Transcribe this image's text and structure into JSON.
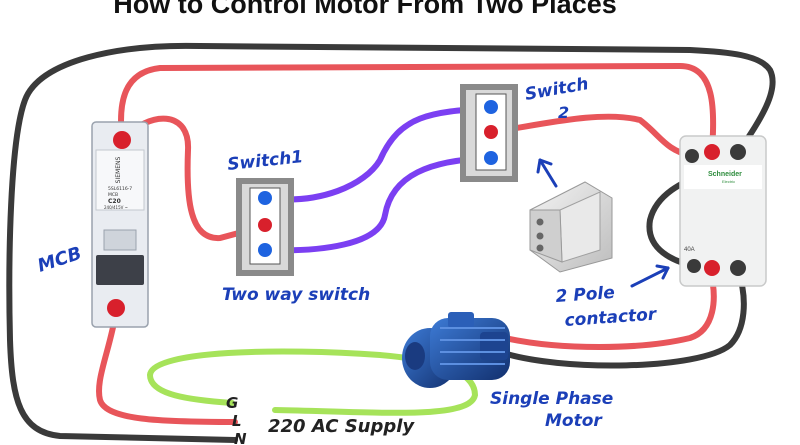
{
  "title": "How to Control Motor From Two Places",
  "labels": {
    "mcb": "MCB",
    "switch1": "Switch1",
    "switch2_line1": "Switch",
    "switch2_line2": "2",
    "two_way_switch": "Two way switch",
    "contactor_line1": "2 Pole",
    "contactor_line2": "contactor",
    "motor_line1": "Single Phase",
    "motor_line2": "Motor",
    "supply": "220 AC Supply",
    "terminal_g": "G",
    "terminal_l": "L",
    "terminal_n": "N"
  },
  "mcb_device": {
    "brand": "SIEMENS",
    "model": "5SL6116-7",
    "type": "MCB",
    "rating": "C20",
    "voltage": "240/415V ~"
  },
  "contactor_device": {
    "brand": "Schneider",
    "brand_sub": "Electric",
    "rating": "40A"
  },
  "colors": {
    "red_wire": "#e8555a",
    "black_wire": "#3a3a3a",
    "purple_wire": "#7b3ff2",
    "green_wire": "#a6e35a",
    "hand_text": "#1b3fb8",
    "terminal_red": "#d8202c",
    "terminal_blue": "#1e63e0"
  },
  "icons": {
    "arrow_switch2": "arrow-up-left-icon",
    "arrow_contactor": "arrow-up-right-icon"
  }
}
